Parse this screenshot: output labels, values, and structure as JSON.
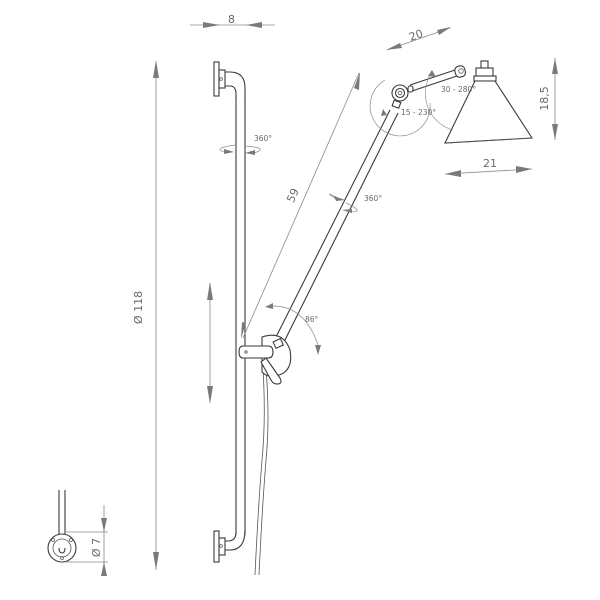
{
  "diagram": {
    "subject": "Wall-mounted articulated lamp on vertical rail — dimensional drawing",
    "colors": {
      "line": "#3a3a3a",
      "dimension": "#8a8a8a",
      "text": "#6a6a6a",
      "background": "#ffffff"
    },
    "dimensions": {
      "rail_offset": "8",
      "rail_height": "Ø 118",
      "arm_length": "59",
      "arm_to_shade": "20",
      "shade_height": "18,5",
      "shade_width": "21",
      "base_diameter": "Ø 7"
    },
    "rotations": {
      "rail_rotation": "360°",
      "arm_rotation": "360°",
      "arm_tilt": "86°",
      "elbow_joint": "15 - 230°",
      "shade_joint": "30 - 280°"
    },
    "components": [
      "top-wall-bracket",
      "vertical-rail",
      "bottom-wall-bracket",
      "sliding-clamp",
      "long-arm",
      "elbow-joint",
      "short-arm",
      "shade-joint",
      "conical-shade",
      "power-cord",
      "base-detail"
    ]
  }
}
